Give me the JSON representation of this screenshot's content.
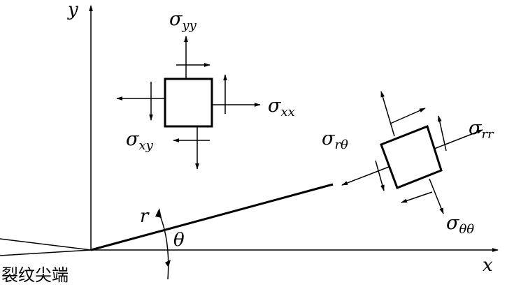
{
  "axes": {
    "x_label": "x",
    "y_label": "y"
  },
  "labels": {
    "r": "r",
    "theta": "θ"
  },
  "cartesian_stress": {
    "sigma_yy": {
      "symbol": "σ",
      "sub": "yy"
    },
    "sigma_xx": {
      "symbol": "σ",
      "sub": "xx"
    },
    "sigma_xy": {
      "symbol": "σ",
      "sub": "xy"
    }
  },
  "polar_stress": {
    "sigma_rtheta": {
      "symbol": "σ",
      "sub": "rθ"
    },
    "sigma_rr": {
      "symbol": "σ",
      "sub": "rr"
    },
    "sigma_thetatheta": {
      "symbol": "σ",
      "sub": "θθ"
    }
  },
  "crack_tip_label": "裂纹尖端",
  "colors": {
    "ink": "#000000",
    "background": "#ffffff"
  }
}
